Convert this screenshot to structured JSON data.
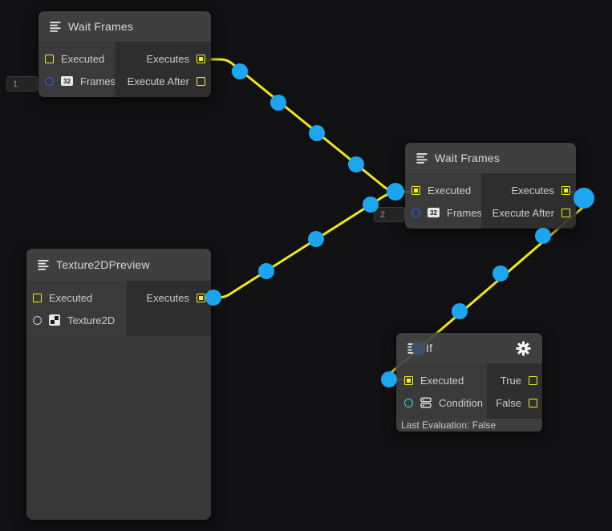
{
  "canvas": {
    "wire_color": "#ede71e",
    "flow_dot_color": "#1ca6f0",
    "control_port_color": "#f3ee25",
    "frames_port_color": "#2d5bfa",
    "condition_port_color": "#20e5e5",
    "texture_port_color": "#cfcfcf"
  },
  "nodes": {
    "wait_frames_1": {
      "title": "Wait Frames",
      "inputs": [
        {
          "label": "Executed"
        },
        {
          "label": "Frames",
          "badge": "32"
        }
      ],
      "outputs": [
        {
          "label": "Executes"
        },
        {
          "label": "Execute After"
        }
      ],
      "value_field": "1"
    },
    "wait_frames_2": {
      "title": "Wait Frames",
      "inputs": [
        {
          "label": "Executed"
        },
        {
          "label": "Frames",
          "badge": "32"
        }
      ],
      "outputs": [
        {
          "label": "Executes"
        },
        {
          "label": "Execute After"
        }
      ],
      "value_field": "2"
    },
    "texture2d_preview": {
      "title": "Texture2DPreview",
      "inputs": [
        {
          "label": "Executed"
        },
        {
          "label": "Texture2D"
        }
      ],
      "outputs": [
        {
          "label": "Executes"
        }
      ]
    },
    "if_node": {
      "title": "If",
      "inputs": [
        {
          "label": "Executed"
        },
        {
          "label": "Condition"
        }
      ],
      "outputs": [
        {
          "label": "True"
        },
        {
          "label": "False"
        }
      ],
      "footer": "Last Evaluation: False"
    }
  }
}
